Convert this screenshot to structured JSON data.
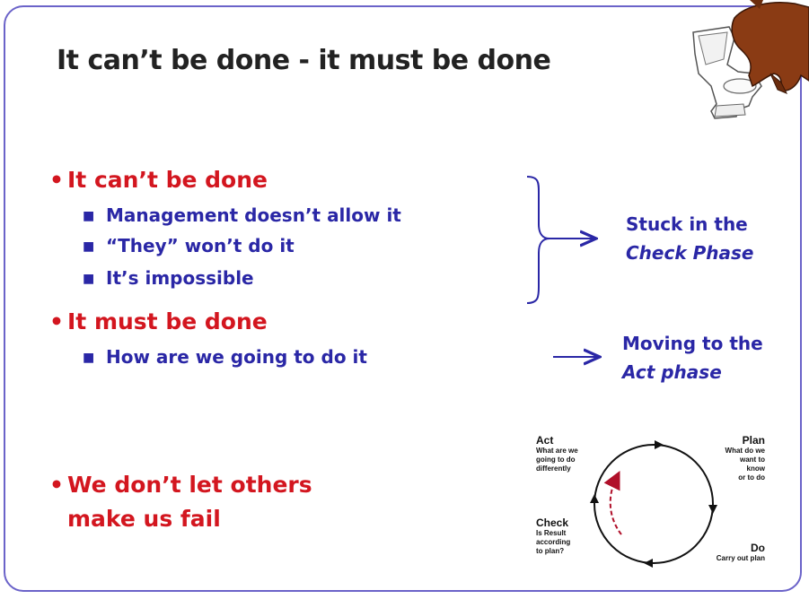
{
  "title": "It can’t be done - it must be done",
  "bullets": [
    {
      "label": "It can’t be done",
      "subs": [
        "Management doesn’t allow it",
        "“They” won’t do it",
        "It’s impossible"
      ]
    },
    {
      "label": "It must be done",
      "subs": [
        "How are we going to do it"
      ]
    },
    {
      "label_line1": "We don’t let others",
      "label_line2": "make us fail"
    }
  ],
  "side": {
    "stuck_line1": "Stuck in the",
    "stuck_line2": "Check Phase",
    "moving_line1": "Moving to the",
    "moving_line2": "Act phase"
  },
  "pdca": {
    "act_title": "Act",
    "act_sub": [
      "What are we",
      "going to do",
      "differently"
    ],
    "plan_title": "Plan",
    "plan_sub": [
      "What do we",
      "want to",
      "know",
      "or to do"
    ],
    "check_title": "Check",
    "check_sub": [
      "Is Result",
      "according",
      "to plan?"
    ],
    "do_title": "Do",
    "do_sub": "Carry out plan"
  },
  "colors": {
    "heading_red": "#d3161f",
    "body_blue": "#2a27a6",
    "frame_purple": "#6b63c9"
  },
  "decorations": [
    "toilet-icon",
    "dog-icon"
  ]
}
